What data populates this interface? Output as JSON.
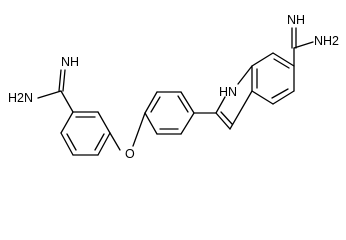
{
  "molecule": {
    "labels": {
      "imine_right": "NH",
      "amine_right": "NH2",
      "indole_nh": "HN",
      "imine_left": "NH",
      "amine_left": "H2N",
      "ether_o": "O"
    }
  },
  "colors": {
    "bond": "#000000",
    "text": "#000000",
    "background": "#ffffff"
  }
}
